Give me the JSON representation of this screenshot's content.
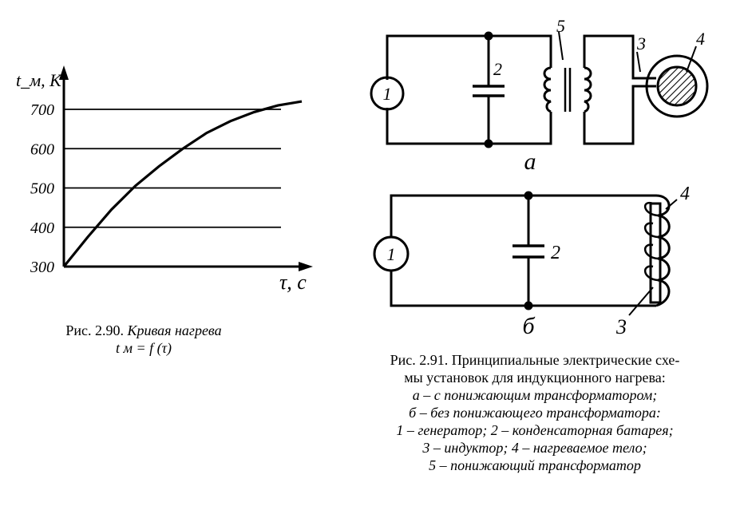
{
  "chart_data": {
    "type": "line",
    "ylabel": "t_м, K",
    "xlabel": "τ, с",
    "y_ticks": [
      "300",
      "400",
      "500",
      "600",
      "700"
    ],
    "ylim": [
      300,
      780
    ],
    "grid": "horizontal lines at 400, 500, 600, 700",
    "series": [
      {
        "x": [
          0,
          0.1,
          0.2,
          0.3,
          0.4,
          0.5,
          0.6,
          0.7,
          0.8,
          0.9,
          1.0
        ],
        "y": [
          300,
          375,
          445,
          505,
          555,
          600,
          640,
          670,
          693,
          710,
          720
        ]
      }
    ]
  },
  "figure_290": {
    "prefix": "Рис. 2.90.",
    "title": "Кривая нагрева",
    "formula": "t м = f (τ)"
  },
  "figure_291": {
    "diagram_a": {
      "label": "а",
      "generator": "1",
      "capacitor": "2",
      "inductor": "3",
      "body": "4",
      "transformer": "5"
    },
    "diagram_b": {
      "label": "б",
      "generator": "1",
      "capacitor": "2",
      "inductor": "3",
      "body": "4"
    },
    "caption_prefix": "Рис. 2.91.",
    "caption_line1": "Принципиальные электрические схе-",
    "caption_line2": "мы установок для индукционного нагрева:",
    "caption_line3": "а – с понижающим трансформатором;",
    "caption_line4": "б – без понижающего трансформатора:",
    "caption_line5": "1 – генератор; 2 – конденсаторная батарея;",
    "caption_line6": "3 – индуктор; 4 – нагреваемое тело;",
    "caption_line7": "5 – понижающий трансформатор"
  }
}
